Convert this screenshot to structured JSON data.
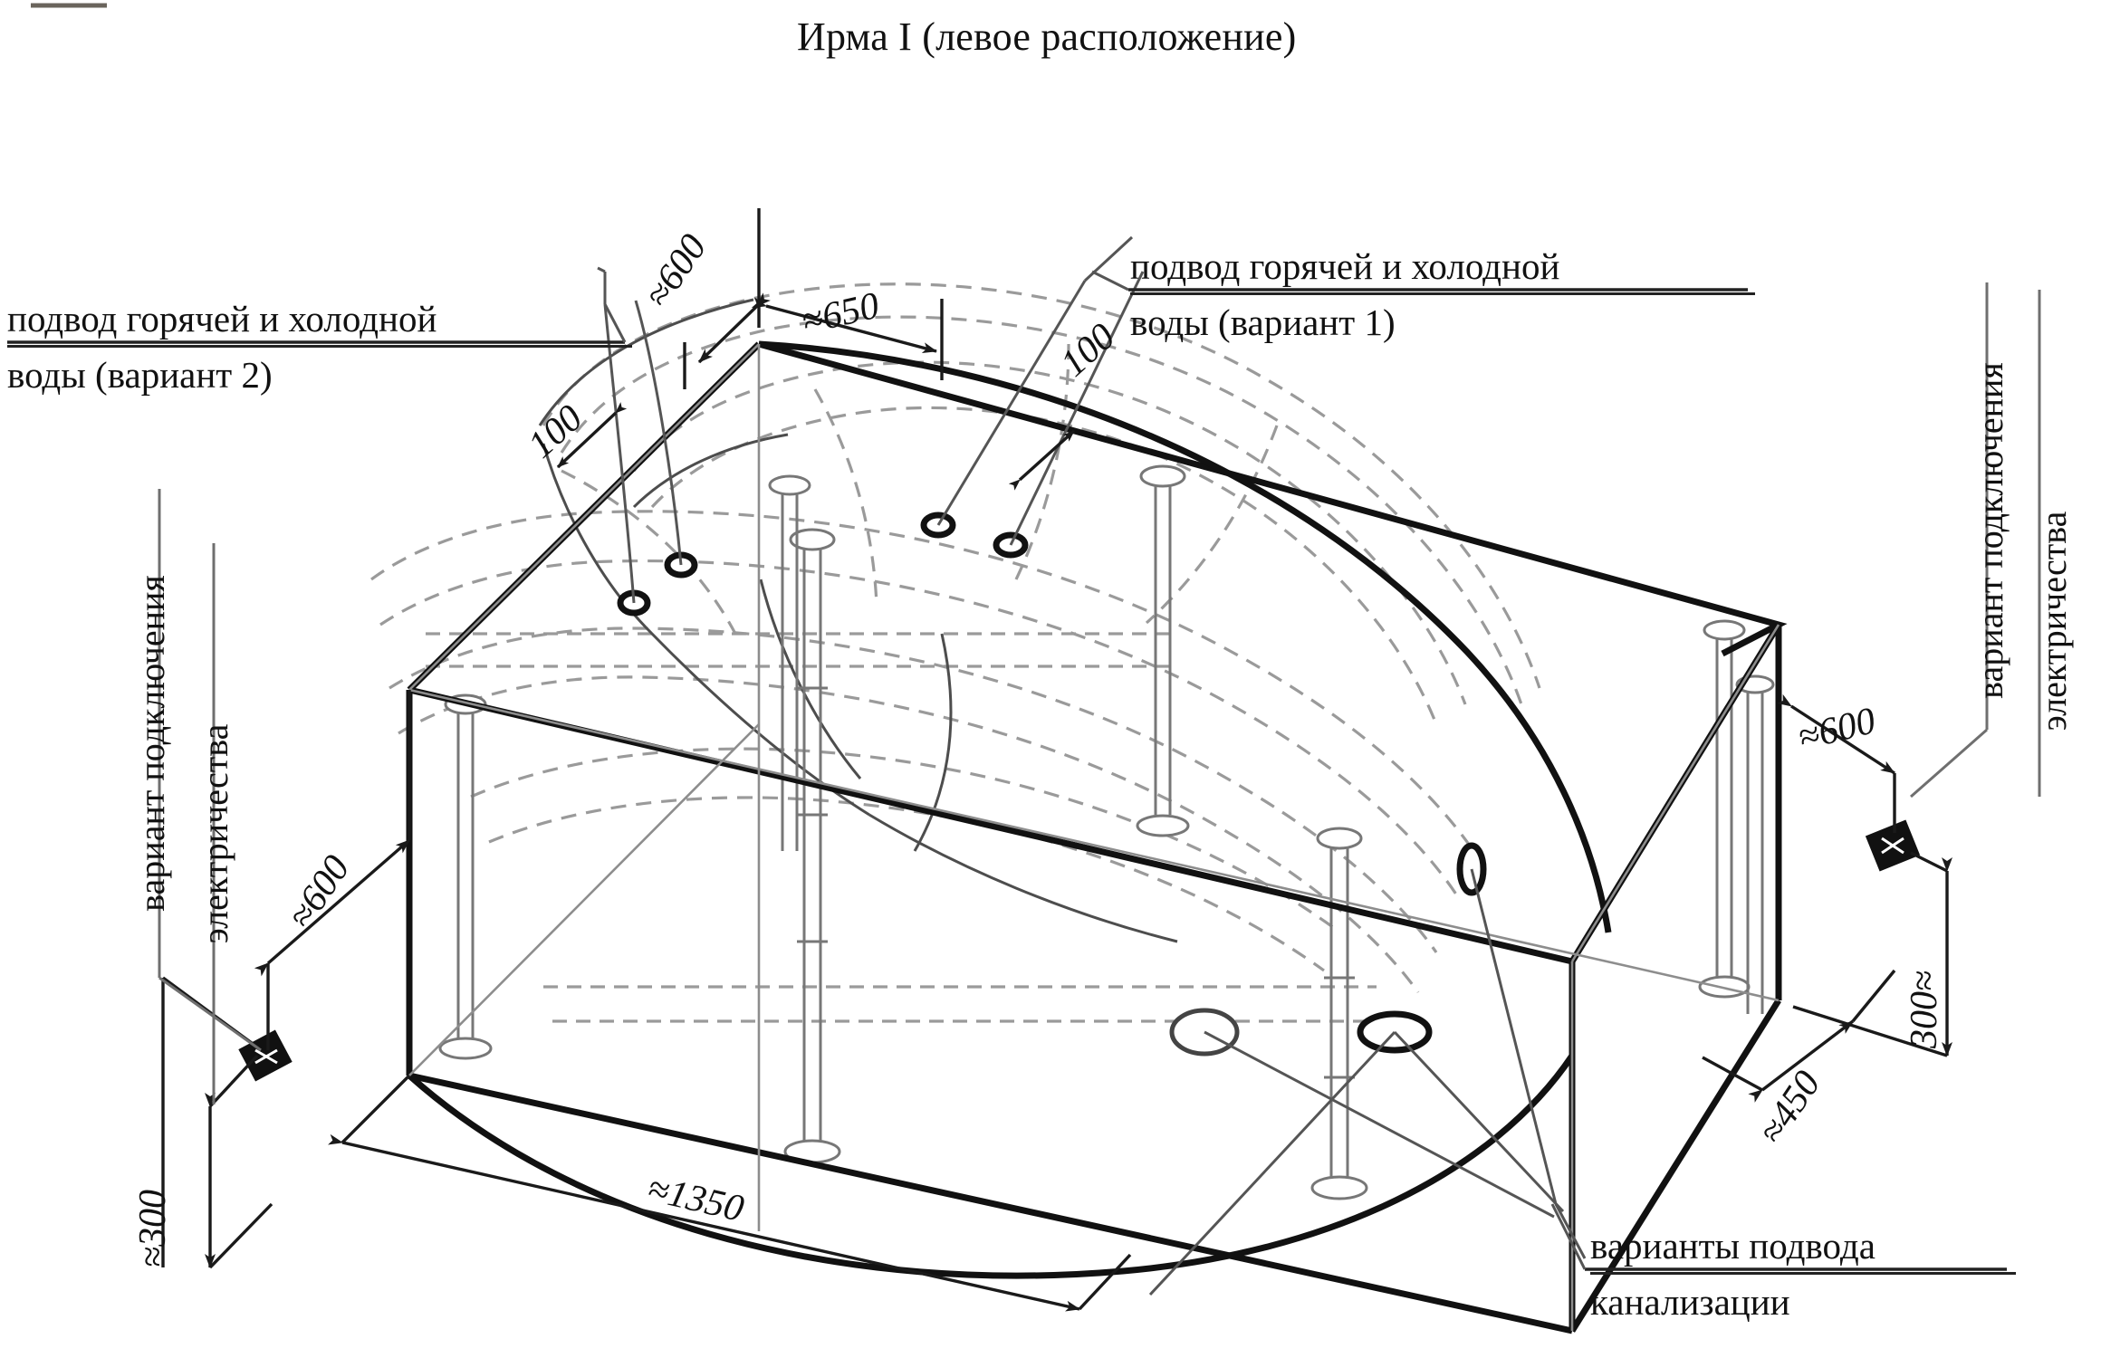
{
  "title": "Ирма I (левое расположение)",
  "callouts": {
    "water_variant2_line1": "подвод горячей и холодной",
    "water_variant2_line2": "воды (вариант 2)",
    "water_variant1_line1": "подвод горячей и холодной",
    "water_variant1_line2": "воды (вариант 1)",
    "sewer_line1": "варианты подвода",
    "sewer_line2": "канализации",
    "electric_left_line1": "вариант подключения",
    "electric_left_line2": "электричества",
    "electric_right_line1": "вариант подключения",
    "electric_right_line2": "электричества"
  },
  "dimensions": {
    "top_600": "≈600",
    "top_650": "≈650",
    "top_left_100": "100",
    "top_right_100": "100",
    "left_600": "≈600",
    "left_300": "≈300",
    "right_600": "≈600",
    "right_300": "300≈",
    "right_450": "≈450",
    "bottom_1350": "≈1350"
  },
  "icons": {
    "electric_outlet": "electric-outlet-icon",
    "water_inlet": "water-inlet-hole-icon",
    "drain": "drain-outlet-icon"
  },
  "colors": {
    "ink": "#1a1a1a",
    "solid_line": "#111111",
    "hidden_line": "#8d8d8d",
    "leader_line": "#6f6f6f",
    "paper": "#ffffff"
  }
}
